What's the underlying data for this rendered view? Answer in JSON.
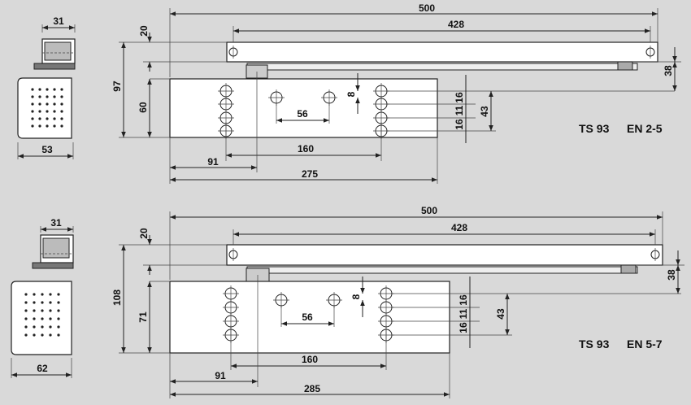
{
  "top": {
    "title": "TS 93",
    "size": "EN 2-5",
    "dims": {
      "width_side": "31",
      "depth_side": "53",
      "arm_total": "500",
      "arm_inner": "428",
      "arm_offset": "20",
      "total_height": "97",
      "body_height": "60",
      "hole_spacing_a": "56",
      "hole_offset": "8",
      "spacing_16a": "16",
      "spacing_11": "11",
      "spacing_16b": "16",
      "spacing_43": "43",
      "arm_drop": "38",
      "hole_160": "160",
      "dist_91": "91",
      "body_length": "275"
    }
  },
  "bottom": {
    "title": "TS 93",
    "size": "EN 5-7",
    "dims": {
      "width_side": "31",
      "depth_side": "62",
      "arm_total": "500",
      "arm_inner": "428",
      "arm_offset": "20",
      "total_height": "108",
      "body_height": "71",
      "hole_spacing_a": "56",
      "hole_offset": "8",
      "spacing_16a": "16",
      "spacing_11": "11",
      "spacing_16b": "16",
      "spacing_43": "43",
      "arm_drop": "38",
      "hole_160": "160",
      "dist_91": "91",
      "body_length": "285"
    }
  }
}
